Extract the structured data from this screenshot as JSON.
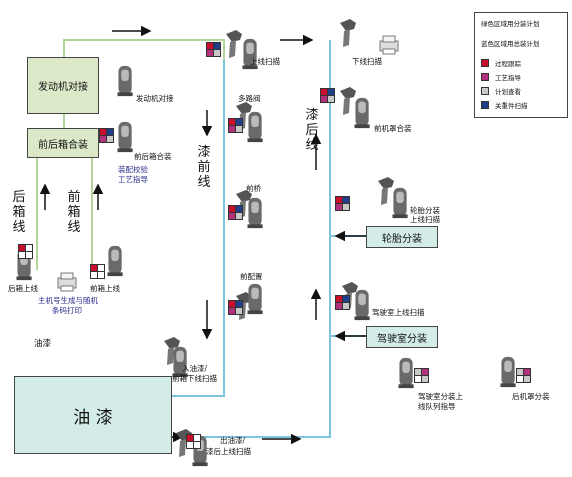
{
  "legend": {
    "green_plan": "绿色区域用分装计划",
    "blue_plan": "蓝色区域用总装计划",
    "items": [
      {
        "label": "过程跟踪",
        "color": "#c8102e"
      },
      {
        "label": "工艺指导",
        "color": "#b0307a"
      },
      {
        "label": "计划查看",
        "color": "#c8c8c8"
      },
      {
        "label": "关重件扫描",
        "color": "#1f3f8a"
      }
    ]
  },
  "boxes": {
    "engine_dock": "发动机对接",
    "front_rear_axle": "前后箱合装",
    "tire_sub": "轮胎分装",
    "cab_sub": "驾驶室分装",
    "paint": "油  漆"
  },
  "vertical": {
    "rear_axle_line": "后箱线",
    "front_axle_line": "前箱线",
    "pre_paint_line": "漆前线",
    "post_paint_line": "漆后线"
  },
  "labels": {
    "upline_scan_top": "上线扫描",
    "engine_dock_scan": "发动机对接",
    "front_rear_axle_scan": "前后箱合装",
    "assembly_check": "装配校验",
    "process_guide": "工艺指导",
    "multi_valve": "多路阀",
    "front_bridge": "前桥",
    "front_config": "前配置",
    "enter_paint": "入油漆/",
    "pre_paint_offline": "前箱下线扫描",
    "offline_scan": "下线扫描",
    "front_hood": "前机罩合装",
    "tire_scan_1": "轮胎分装",
    "tire_scan_2": "上线扫描",
    "cab_scan": "驾驶室上线扫描",
    "rear_axle_up": "后箱上线",
    "front_axle_up": "前箱上线",
    "host_no_1": "主机号生成与随机",
    "host_no_2": "条码打印",
    "paint_small": "油漆",
    "cab_sub_guide_1": "驾驶室分装上",
    "cab_sub_guide_2": "线队列指导",
    "rear_hood": "后机罩分装",
    "exit_paint": "出油漆/",
    "post_paint_upline": "漆后上线扫描"
  }
}
